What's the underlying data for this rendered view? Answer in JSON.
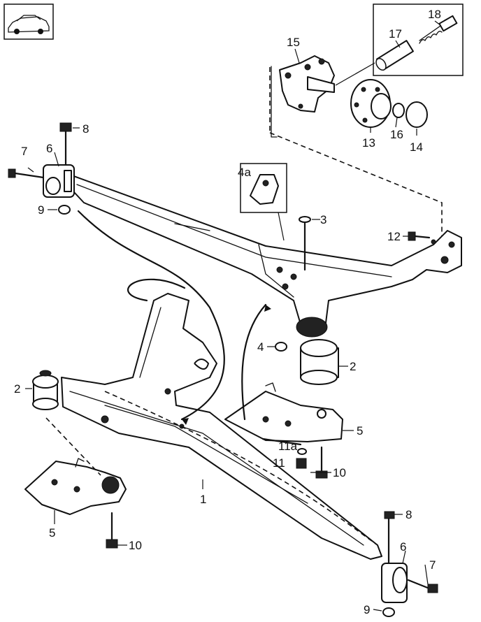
{
  "diagram": {
    "labels": {
      "p1": "1",
      "p2a": "2",
      "p2b": "2",
      "p3": "3",
      "p4": "4",
      "p4a": "4a",
      "p5a": "5",
      "p5b": "5",
      "p6a": "6",
      "p6b": "6",
      "p7a": "7",
      "p7b": "7",
      "p8a": "8",
      "p8b": "8",
      "p9a": "9",
      "p9b": "9",
      "p10a": "10",
      "p10b": "10",
      "p11": "11",
      "p11a": "11a",
      "p12": "12",
      "p13": "13",
      "p14": "14",
      "p15": "15",
      "p16": "16",
      "p17": "17",
      "p18": "18"
    }
  }
}
